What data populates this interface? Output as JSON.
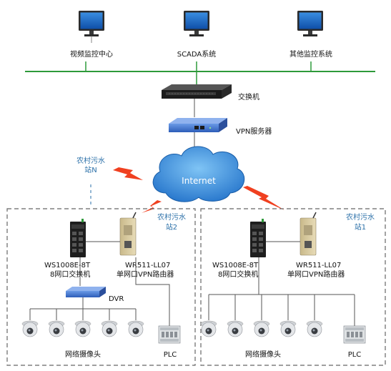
{
  "top": {
    "monitor1_label": "视频监控中心",
    "monitor2_label": "SCADA系统",
    "monitor3_label": "其他监控系统"
  },
  "core": {
    "switch_label": "交换机",
    "vpn_server_label": "VPN服务器",
    "cloud_label": "Internet"
  },
  "site_n": {
    "label_line1": "农村污水",
    "label_line2": "站N"
  },
  "site2": {
    "label_line1": "农村污水",
    "label_line2": "站2",
    "switch_model": "WS1008E-8T",
    "switch_desc": "8网口交换机",
    "router_model": "WR511-LL07",
    "router_desc": "单网口VPN路由器",
    "dvr_label": "DVR",
    "cameras_label": "网络摄像头",
    "plc_label": "PLC"
  },
  "site1": {
    "label_line1": "农村污水",
    "label_line2": "站1",
    "switch_model": "WS1008E-8T",
    "switch_desc": "8网口交换机",
    "router_model": "WR511-LL07",
    "router_desc": "单网口VPN路由器",
    "cameras_label": "网络摄像头",
    "plc_label": "PLC"
  },
  "colors": {
    "lan_line": "#2e9a3a",
    "wire": "#555555",
    "lightning": "#f04020",
    "site_label": "#2a6fa8",
    "cloud": "#2f86d6",
    "vpn_device": "#3b73c9"
  }
}
